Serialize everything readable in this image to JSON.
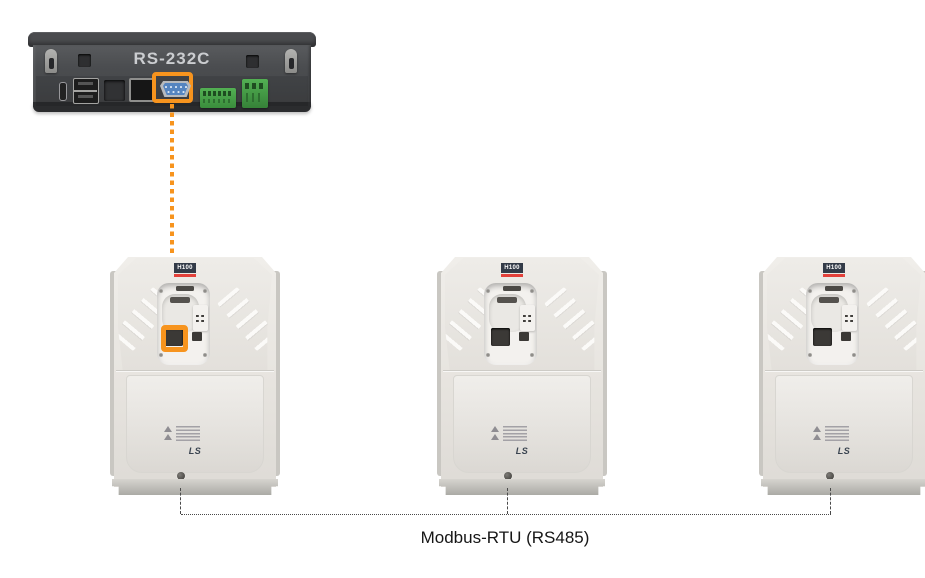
{
  "hmi": {
    "port_label": "RS-232C",
    "ports": {
      "hdmi": "hdmi-port",
      "usb": "dual-usb-port",
      "ethernet": "ethernet-rj45-port",
      "serial": "rs232c-db9-port",
      "terminal_6pin": "terminal-block-6pin",
      "terminal_3pin": "terminal-block-3pin"
    }
  },
  "connection": {
    "bus_label": "Modbus-RTU (RS485)"
  },
  "drives": [
    {
      "model": "H100",
      "brand": "LS",
      "highlighted": true
    },
    {
      "model": "H100",
      "brand": "LS",
      "highlighted": false
    },
    {
      "model": "H100",
      "brand": "LS",
      "highlighted": false
    }
  ],
  "colors": {
    "highlight_orange": "#F7941E",
    "terminal_green": "#4FAE4F",
    "db9_blue": "#5585C0",
    "badge_red": "#E2403A"
  }
}
